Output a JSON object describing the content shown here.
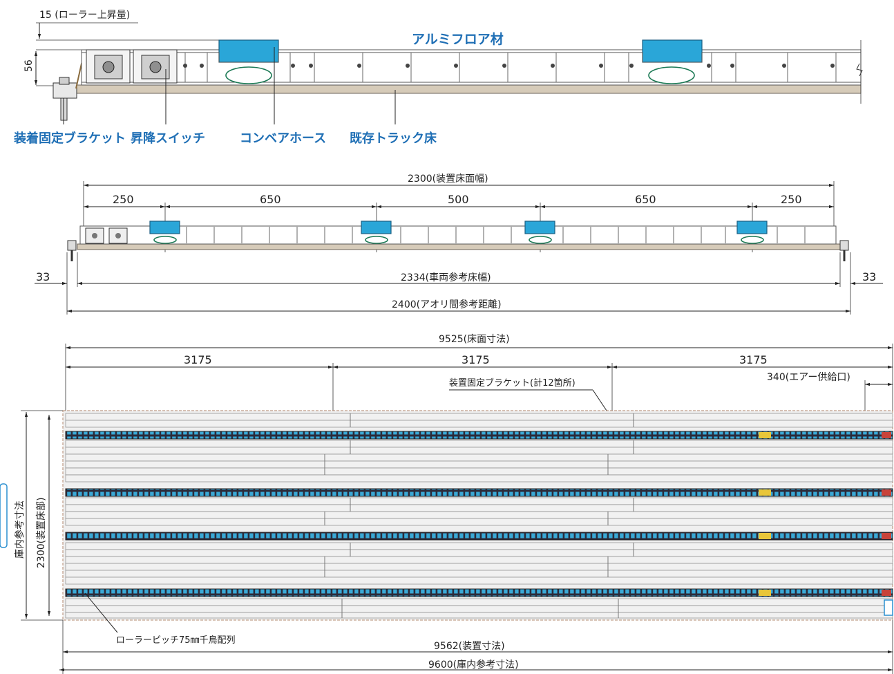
{
  "top_section": {
    "roller_rise": "15 (ローラー上昇量)",
    "height_dim": "56",
    "title": "アルミフロア材",
    "labels": {
      "bracket": "装着固定ブラケット",
      "switch": "昇降スイッチ",
      "hose": "コンベアホース",
      "floor": "既存トラック床"
    }
  },
  "cross_section": {
    "total_width": "2300(装置床面幅)",
    "segments": [
      "250",
      "650",
      "500",
      "650",
      "250"
    ],
    "margin_left": "33",
    "margin_right": "33",
    "vehicle_width": "2334(車両参考床幅)",
    "aori_distance": "2400(アオリ間参考距離)"
  },
  "plan_view": {
    "floor_length": "9525(床面寸法)",
    "segments": [
      "3175",
      "3175",
      "3175"
    ],
    "bracket_note": "装置固定ブラケット(計12箇所)",
    "air_supply": "340(エアー供給口)",
    "inner_ref": "庫内参考寸法",
    "device_floor": "2300(装置床部)",
    "roller_pitch": "ローラーピッチ75㎜千鳥配列",
    "device_length": "9562(装置寸法)",
    "inner_length": "9600(庫内参考寸法)"
  },
  "colors": {
    "label_blue": "#1f6fb5",
    "lift_blue": "#2aa6d8",
    "hose_green": "#1c7a55",
    "floor_beige": "#d6cbb9"
  }
}
